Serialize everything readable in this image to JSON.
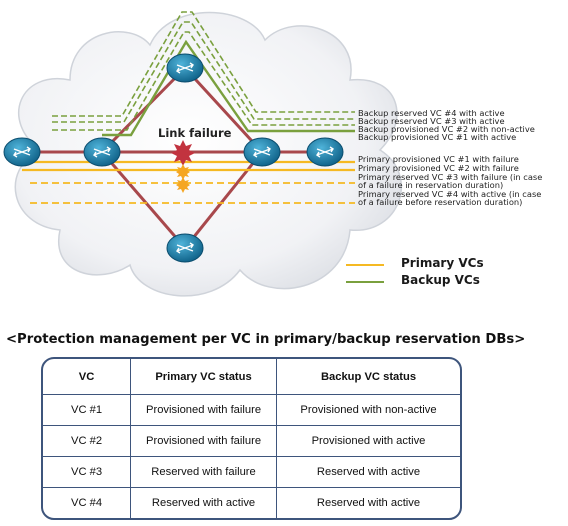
{
  "diagram": {
    "link_failure_label": "Link failure",
    "colors": {
      "primary": "#f5b923",
      "backup": "#7aa03e",
      "link": "#a8484c",
      "router": "#1d7ea8",
      "cloud": "#eef0f3"
    },
    "vc_labels": [
      {
        "text": "Backup reserved VC #4 with active",
        "role": "backup"
      },
      {
        "text": "Backup reserved VC #3 with active",
        "role": "backup"
      },
      {
        "text": "Backup provisioned VC #2 with non-active",
        "role": "backup"
      },
      {
        "text": "Backup provisioned VC #1 with active",
        "role": "backup"
      },
      {
        "text": "Primary provisioned VC #1 with failure",
        "role": "primary"
      },
      {
        "text": "Primary provisioned VC #2 with failure",
        "role": "primary"
      },
      {
        "text": "Primary reserved VC #3 with failure (in case",
        "role": "primary"
      },
      {
        "text": "of a failure in reservation duration)",
        "role": "primary"
      },
      {
        "text": "Primary reserved VC #4 with active (in case",
        "role": "primary"
      },
      {
        "text": "of a failure before reservation duration)",
        "role": "primary"
      }
    ],
    "legend": {
      "primary": "Primary VCs",
      "backup": "Backup VCs"
    }
  },
  "table": {
    "title": "<Protection management per VC in primary/backup reservation DBs>",
    "headers": [
      "VC",
      "Primary VC status",
      "Backup VC status"
    ],
    "rows": [
      [
        "VC #1",
        "Provisioned with failure",
        "Provisioned with non-active"
      ],
      [
        "VC #2",
        "Provisioned with failure",
        "Provisioned with active"
      ],
      [
        "VC #3",
        "Reserved with failure",
        "Reserved with active"
      ],
      [
        "VC #4",
        "Reserved with active",
        "Reserved with active"
      ]
    ]
  }
}
